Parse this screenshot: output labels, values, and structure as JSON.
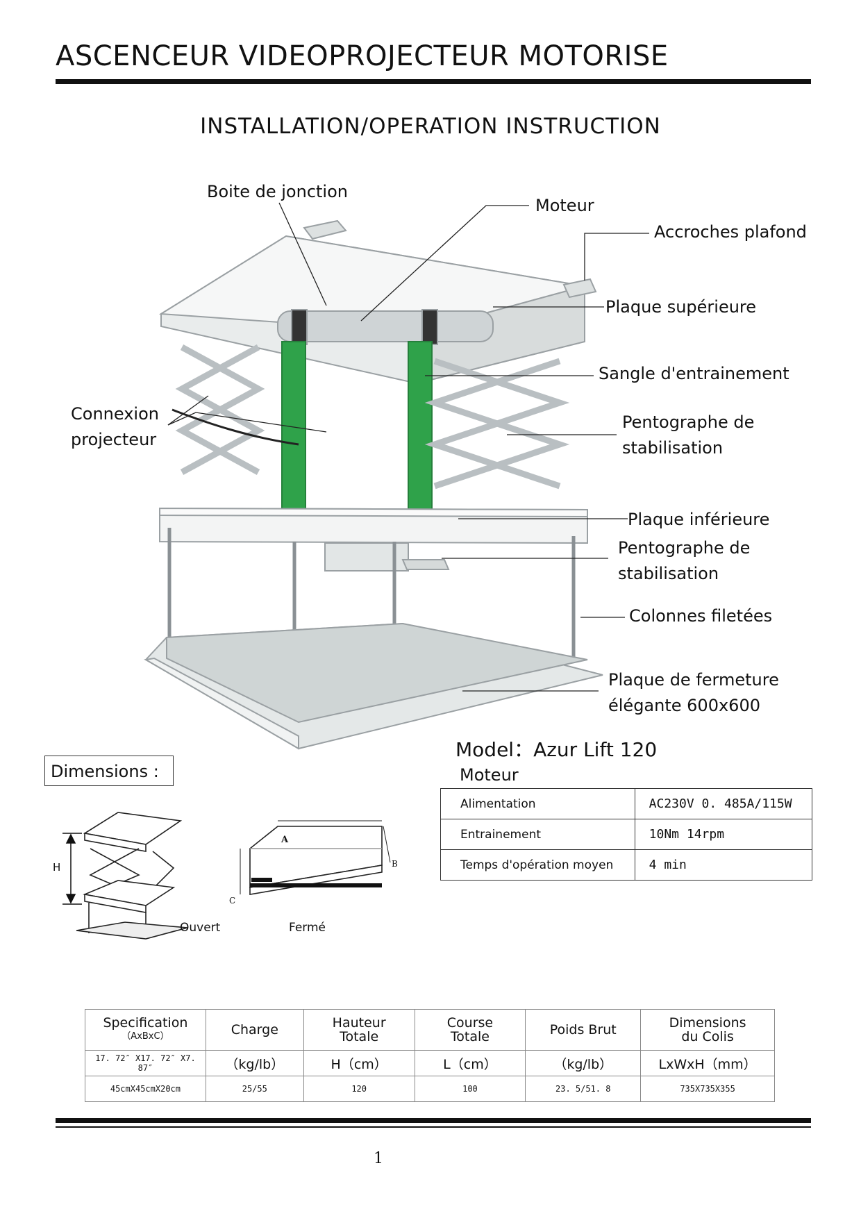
{
  "header": {
    "title": "ASCENCEUR VIDEOPROJECTEUR MOTORISE",
    "subtitle": "INSTALLATION/OPERATION INSTRUCTION"
  },
  "callouts": {
    "boite": "Boite de jonction",
    "moteur": "Moteur",
    "accroches": "Accroches plafond",
    "plaque_sup": "Plaque supérieure",
    "sangle": "Sangle d'entrainement",
    "connexion": [
      "Connexion",
      "projecteur"
    ],
    "pento1": [
      "Pentographe de",
      "stabilisation"
    ],
    "plaque_inf": "Plaque inférieure",
    "pento2": [
      "Pentographe de",
      "stabilisation"
    ],
    "colonnes": "Colonnes filetées",
    "fermeture": [
      "Plaque de fermeture",
      "élégante 600x600"
    ]
  },
  "model": {
    "label": "Model：Azur Lift 120",
    "motor_heading": "Moteur",
    "rows": [
      {
        "label": "Alimentation",
        "value": "AC230V  0. 485A/115W"
      },
      {
        "label": "Entrainement",
        "value": "10Nm    14rpm"
      },
      {
        "label": "Temps d'opération moyen",
        "value": "4 min"
      }
    ]
  },
  "dimensions": {
    "label": "Dimensions :",
    "open_label": "Ouvert",
    "closed_label": "Fermé",
    "h_letter": "H",
    "a_letter": "A",
    "b_letter": "B",
    "c_letter": "C"
  },
  "spec_table": {
    "headers": [
      {
        "line1": "Specification",
        "line2": "（AxBxC）"
      },
      {
        "line1": "Charge",
        "line2": ""
      },
      {
        "line1": "Hauteur",
        "line2": "Totale"
      },
      {
        "line1": "Course",
        "line2": "Totale"
      },
      {
        "line1": "Poids Brut",
        "line2": ""
      },
      {
        "line1": "Dimensions",
        "line2": "du Colis"
      }
    ],
    "units": [
      "17. 72″  X17. 72″  X7. 87″",
      "（kg/lb）",
      "H（cm）",
      "L（cm）",
      "（kg/lb）",
      "LxWxH（mm）"
    ],
    "values": [
      "45cmX45cmX20cm",
      "25/55",
      "120",
      "100",
      "23. 5/51. 8",
      "735X735X355"
    ]
  },
  "footer": {
    "page_number": "1"
  }
}
